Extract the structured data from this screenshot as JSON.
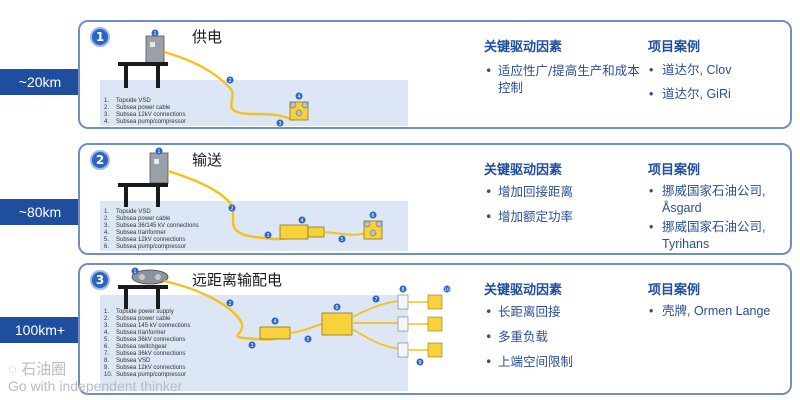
{
  "colors": {
    "accent": "#1f4e9e",
    "cable": "#f4c21c",
    "border": "#6f8fc2",
    "scene": "#dce6f5"
  },
  "distances": [
    "~20km",
    "~80km",
    "100km+"
  ],
  "column_headers": {
    "drivers": "关键驱动因素",
    "cases": "项目案例"
  },
  "sections": [
    {
      "num": "1",
      "title": "供电",
      "legend": [
        [
          "1.",
          "Topside VSD"
        ],
        [
          "2.",
          "Subsea power cable"
        ],
        [
          "3.",
          "Subsea 12kV connections"
        ],
        [
          "4.",
          "Subsea pump/compressor"
        ]
      ],
      "markers": [
        "1",
        "2",
        "3",
        "4"
      ],
      "drivers": [
        "适应性广/提高生产和成本控制"
      ],
      "cases": [
        "道达尔, Clov",
        "道达尔, GiRi"
      ]
    },
    {
      "num": "2",
      "title": "输送",
      "legend": [
        [
          "1.",
          "Topside VSD"
        ],
        [
          "2.",
          "Subsea power cable"
        ],
        [
          "3.",
          "Subsea 36/145 kV connections"
        ],
        [
          "4.",
          "Subsea tranformer"
        ],
        [
          "5.",
          "Subsea 12kV connections"
        ],
        [
          "6.",
          "Subsea pump/compressor"
        ]
      ],
      "markers": [
        "1",
        "2",
        "3",
        "4",
        "5",
        "6"
      ],
      "drivers": [
        "增加回接距离",
        "增加额定功率"
      ],
      "cases": [
        "挪威国家石油公司, Åsgard",
        "挪威国家石油公司, Tyrihans"
      ]
    },
    {
      "num": "3",
      "title": "远距离输配电",
      "legend": [
        [
          "1.",
          "Topside power supply"
        ],
        [
          "2.",
          "Subsea power cable"
        ],
        [
          "3.",
          "Subsea 145 kV connections"
        ],
        [
          "4.",
          "Subsea tranformer"
        ],
        [
          "5.",
          "Subsea 36kV connections"
        ],
        [
          "6.",
          "Subsea switchgear"
        ],
        [
          "7.",
          "Subsea 36kV connections"
        ],
        [
          "8.",
          "Subsea VSD"
        ],
        [
          "9.",
          "Subsea 12kV connections"
        ],
        [
          "10.",
          "Subsea pump/compressor"
        ]
      ],
      "markers": [
        "1",
        "2",
        "3",
        "4",
        "5",
        "6",
        "7",
        "8",
        "9",
        "10"
      ],
      "drivers": [
        "长距离回接",
        "多重负载",
        "上端空间限制"
      ],
      "cases": [
        "壳牌, Ormen Lange"
      ]
    }
  ],
  "watermark": {
    "logo": "石油圈",
    "tagline": "Go with independent thinker"
  }
}
